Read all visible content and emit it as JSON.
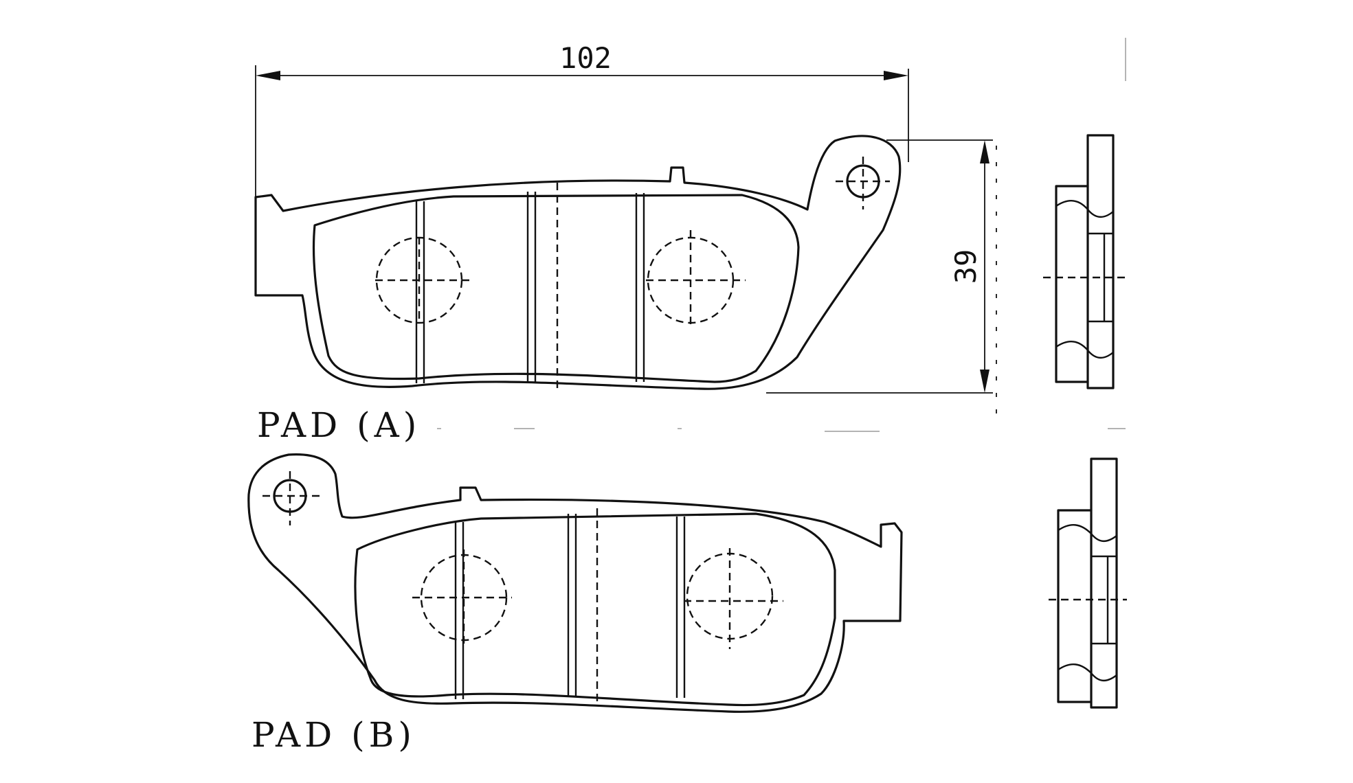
{
  "dimensions": {
    "width": "102",
    "height": "39"
  },
  "pads": [
    {
      "label": "PAD (A)"
    },
    {
      "label": "PAD (B)"
    }
  ],
  "colors": {
    "line": "#111111",
    "background": "#ffffff"
  }
}
